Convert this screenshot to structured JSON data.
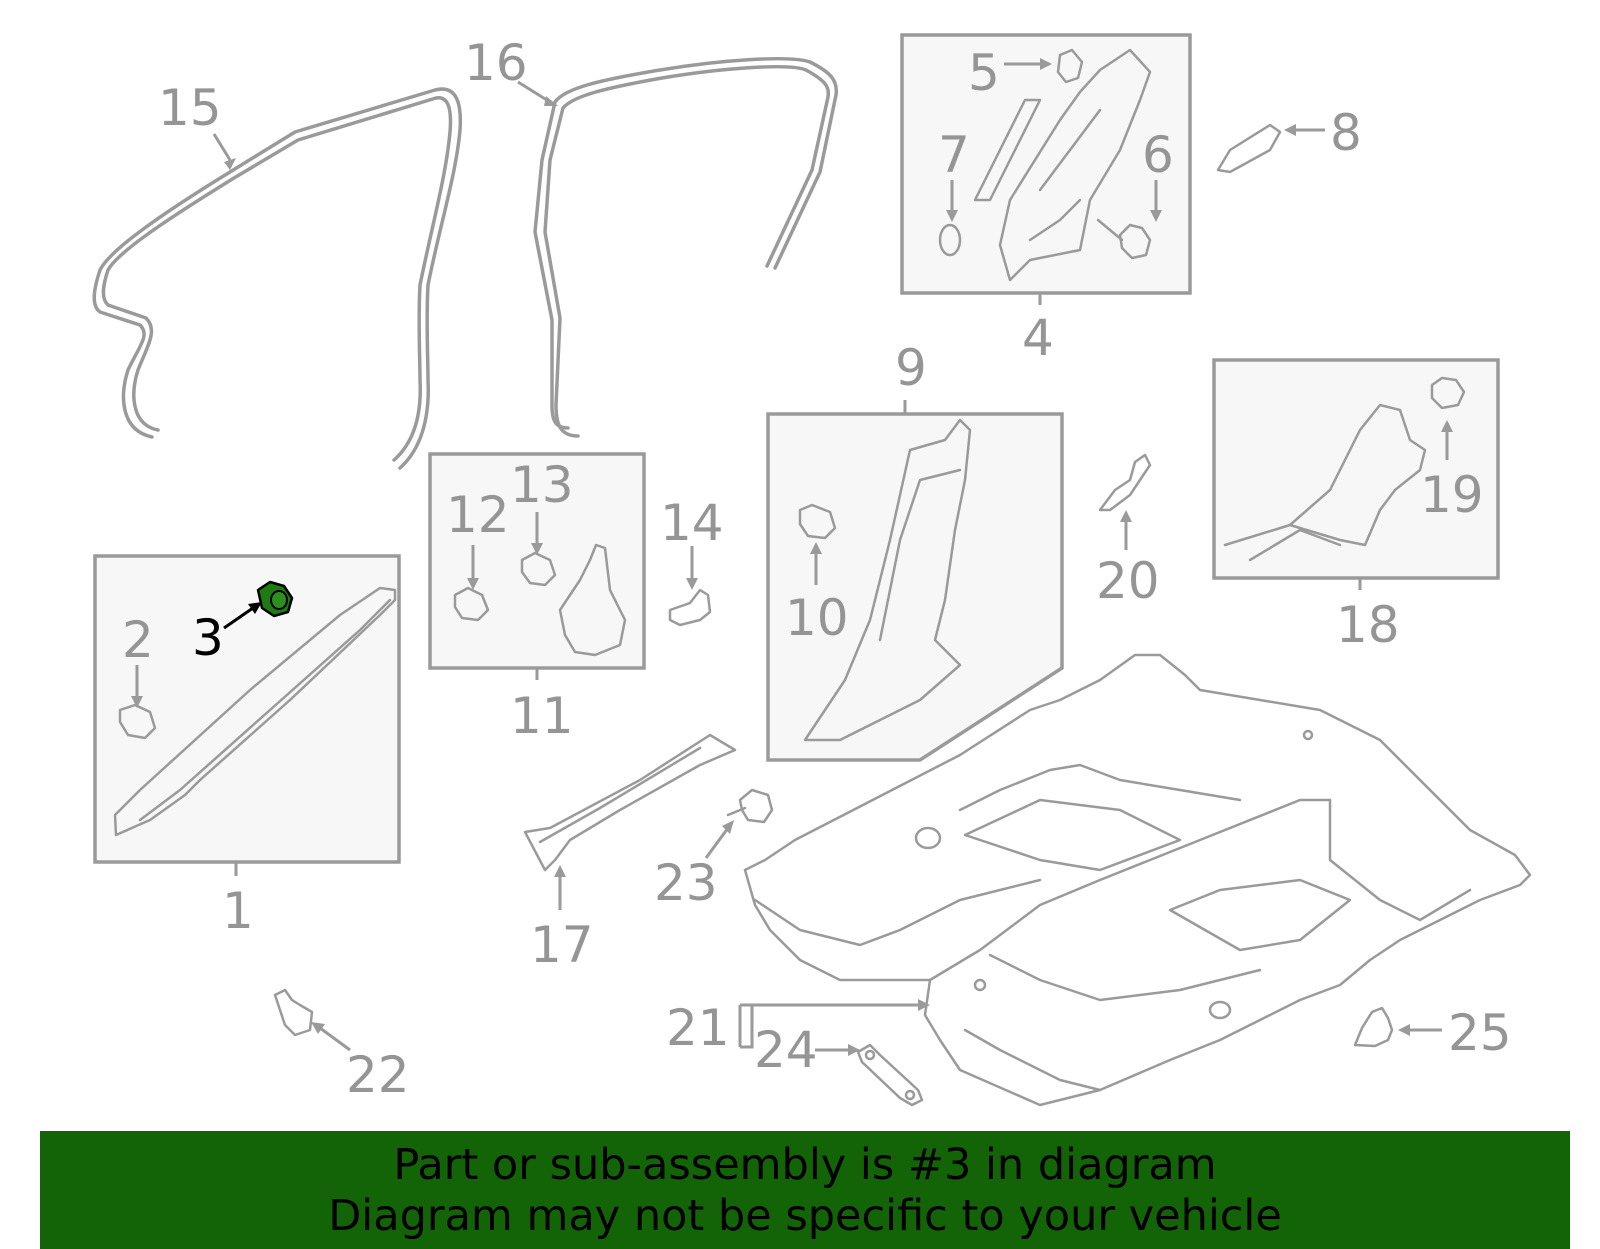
{
  "colors": {
    "line": "#9a9a9a",
    "box_fill": "#f7f7f7",
    "highlight_part": "#1e7a12",
    "banner": "#136307",
    "banner_text": "#000000"
  },
  "highlighted_part": "3",
  "callouts": {
    "c1": "1",
    "c2": "2",
    "c3": "3",
    "c4": "4",
    "c5": "5",
    "c6": "6",
    "c7": "7",
    "c8": "8",
    "c9": "9",
    "c10": "10",
    "c11": "11",
    "c12": "12",
    "c13": "13",
    "c14": "14",
    "c15": "15",
    "c16": "16",
    "c17": "17",
    "c18": "18",
    "c19": "19",
    "c20": "20",
    "c21": "21",
    "c22": "22",
    "c23": "23",
    "c24": "24",
    "c25": "25"
  },
  "banner": {
    "line1": "Part or sub-assembly is #3 in diagram",
    "line2": "Diagram may not be specific to your vehicle"
  }
}
